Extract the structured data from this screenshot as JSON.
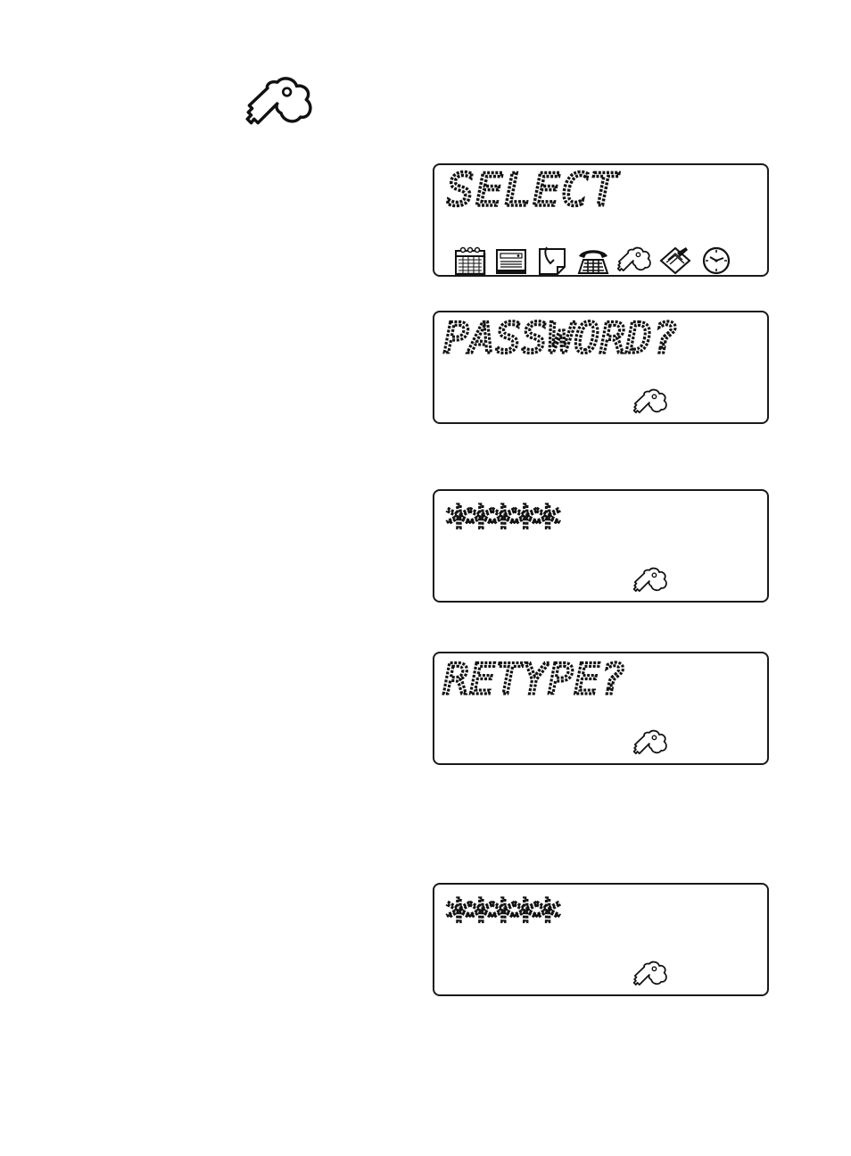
{
  "screens": {
    "select": {
      "text": "SELECT",
      "icons": [
        "calendar-icon",
        "card-file-icon",
        "memo-icon",
        "telephone-icon",
        "key-icon",
        "notepad-icon",
        "clock-icon"
      ]
    },
    "password": {
      "text": "PASSWORD?",
      "icon": "key-icon"
    },
    "entry1": {
      "text": "*****",
      "icon": "key-icon"
    },
    "retype": {
      "text": "RETYPE?",
      "icon": "key-icon"
    },
    "entry2": {
      "text": "*****",
      "icon": "key-icon"
    }
  },
  "header_icon": "key-icon"
}
